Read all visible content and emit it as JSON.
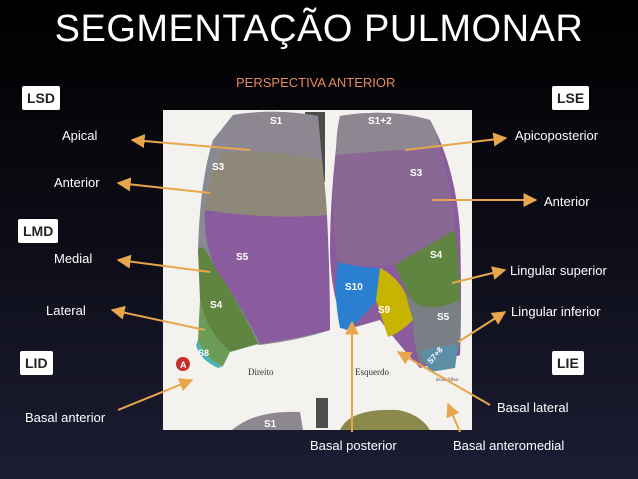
{
  "header": {
    "title": "SEGMENTAÇÃO PULMONAR",
    "subtitle": "PERSPECTIVA ANTERIOR"
  },
  "tags": {
    "lsd": "LSD",
    "lse": "LSE",
    "lmd": "LMD",
    "lid": "LID",
    "lie": "LIE"
  },
  "left_labels": {
    "apical": "Apical",
    "anterior": "Anterior",
    "medial": "Medial",
    "lateral": "Lateral",
    "basal_anterior": "Basal anterior"
  },
  "right_labels": {
    "apicoposterior": "Apicoposterior",
    "anterior": "Anterior",
    "lingular_superior": "Lingular superior",
    "lingular_inferior": "Lingular inferior",
    "basal_lateral": "Basal lateral"
  },
  "bottom_labels": {
    "basal_posterior": "Basal posterior",
    "basal_anteromedial": "Basal anteromedial"
  },
  "image_text": {
    "s1_right": "S1",
    "s12_left": "S1+2",
    "s3_right": "S3",
    "s3_left": "S3",
    "s5_right": "S5",
    "s4_right": "S4",
    "s4_left": "S4",
    "s10_left": "S10",
    "s9_left": "S9",
    "s5_left": "S5",
    "s8_right": "S8",
    "s78_left": "S7+8",
    "marker": "A",
    "direito": "Direito",
    "esquerdo": "Esquerdo",
    "signature": "Sr.Mr.Silva",
    "s1_bottom": "S1"
  },
  "colors": {
    "arrow": "#e8a64c",
    "accent_subtitle": "#e58a5c",
    "seg_apical": "#8a8490",
    "seg_anterior": "#908878",
    "seg_lingula_sup": "#5f8540",
    "seg_purple": "#8a5c9e",
    "seg_blue": "#2a7fd1",
    "seg_yellow": "#c7b400",
    "seg_teal": "#4ab3b8",
    "seg_grey": "#7a7f86"
  }
}
